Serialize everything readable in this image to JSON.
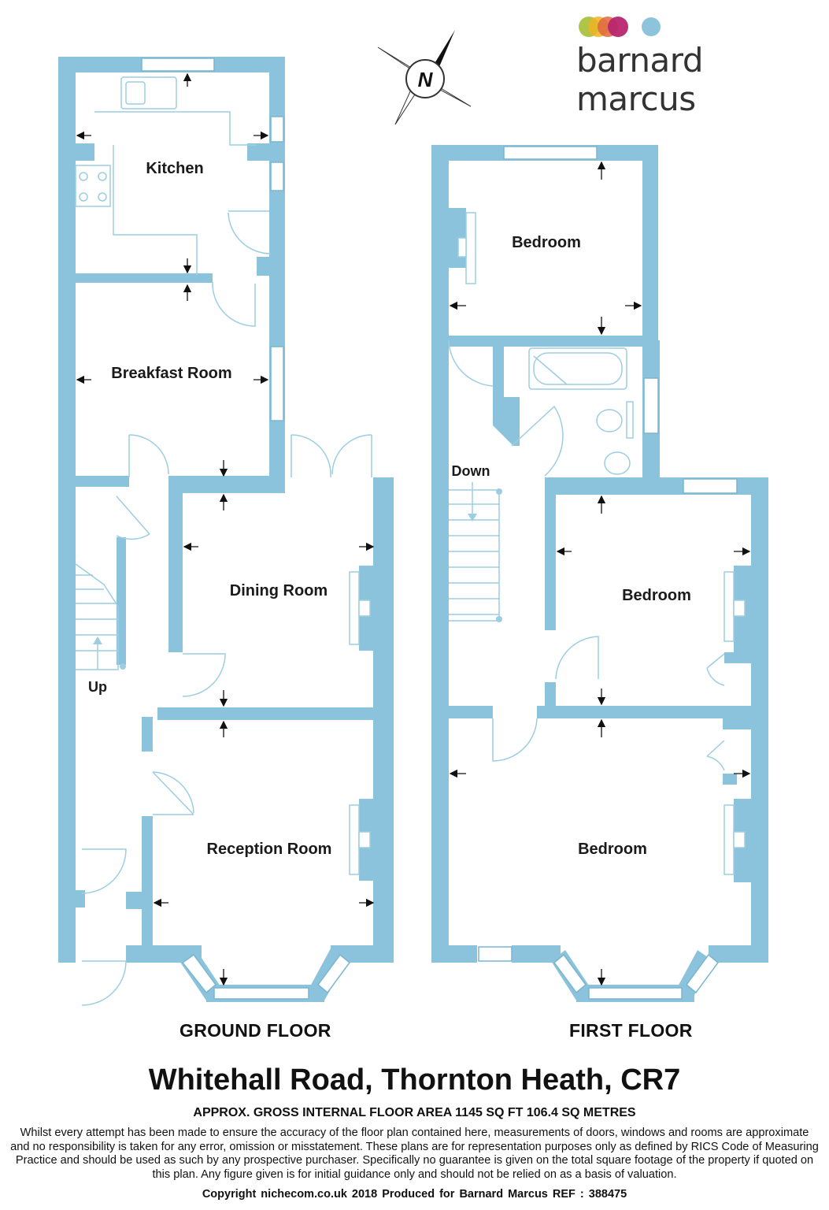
{
  "brand": {
    "name": "barnard marcus",
    "dot_colors": [
      "#a9c23f",
      "#f0b324",
      "#e0673e",
      "#b8266f",
      "#8dc4dc"
    ]
  },
  "compass": {
    "letter": "N"
  },
  "colors": {
    "wall": "#8cc3dc",
    "window_frame": "#7ab6d0",
    "fixture": "#9ccde2",
    "arrow": "#111111"
  },
  "ground_floor": {
    "label": "GROUND FLOOR",
    "rooms": {
      "kitchen": "Kitchen",
      "breakfast": "Breakfast Room",
      "dining": "Dining Room",
      "reception": "Reception Room"
    },
    "stairs_label": "Up"
  },
  "first_floor": {
    "label": "FIRST FLOOR",
    "rooms": {
      "bedroom_rear": "Bedroom",
      "bedroom_middle": "Bedroom",
      "bedroom_front": "Bedroom"
    },
    "stairs_label": "Down"
  },
  "title": "Whitehall Road, Thornton Heath, CR7",
  "area": "APPROX. GROSS INTERNAL FLOOR AREA 1145 SQ FT 106.4 SQ METRES",
  "disclaimer": "Whilst every attempt has been made to ensure the accuracy of the floor plan contained here, measurements of doors, windows and rooms are approximate and no responsibility is taken for any error, omission or misstatement. These plans are for representation purposes only as defined by RICS Code of Measuring Practice and should be used as such by any prospective purchaser.  Specifically no guarantee is given on the total square footage of the property if quoted on this plan. Any figure given is for initial guidance only and should not be relied on as a basis of valuation.",
  "footer": "Copyright nichecom.co.uk 2018    Produced for Barnard Marcus    REF : 388475"
}
